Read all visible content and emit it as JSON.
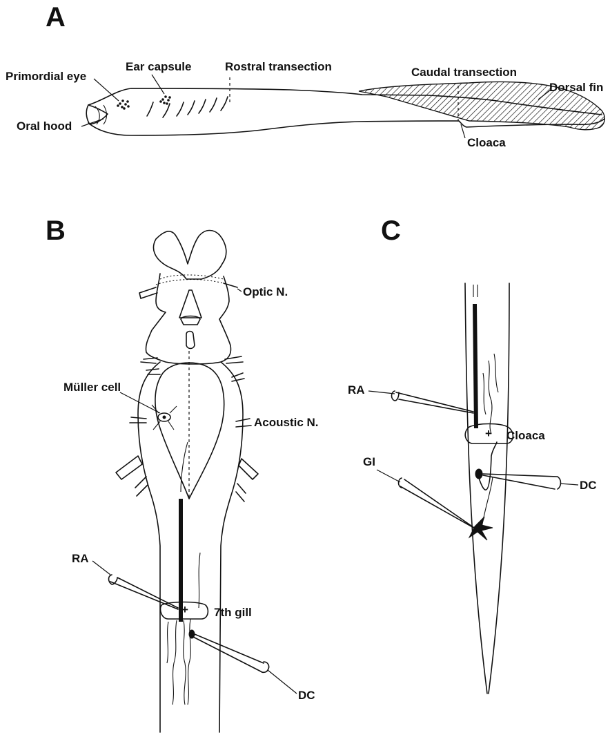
{
  "panels": {
    "a": "A",
    "b": "B",
    "c": "C"
  },
  "labels_a": {
    "primordial_eye": "Primordial eye",
    "ear_capsule": "Ear capsule",
    "rostral_transection": "Rostral transection",
    "caudal_transection": "Caudal transection",
    "dorsal_fin": "Dorsal fin",
    "oral_hood": "Oral hood",
    "cloaca": "Cloaca"
  },
  "labels_b": {
    "optic_n": "Optic N.",
    "muller_cell": "Müller cell",
    "acoustic_n": "Acoustic N.",
    "ra": "RA",
    "seventh_gill": "7th gill",
    "dc": "DC"
  },
  "labels_c": {
    "ra": "RA",
    "cloaca": "Cloaca",
    "gi": "GI",
    "dc": "DC"
  },
  "colors": {
    "ink": "#111111",
    "background": "#ffffff"
  }
}
